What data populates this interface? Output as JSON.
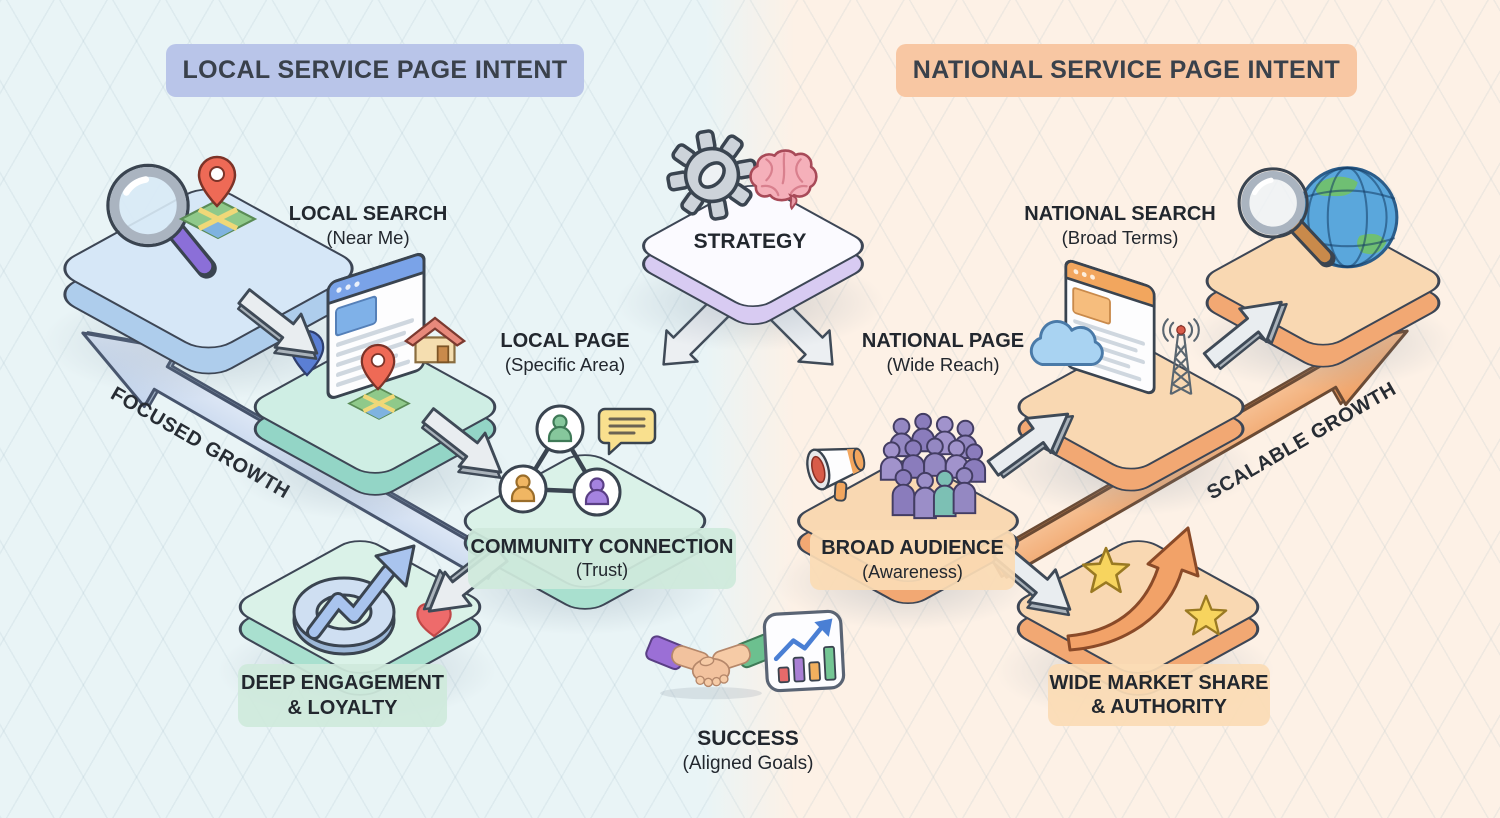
{
  "palette": {
    "left_background": "#e9f4f6",
    "right_background": "#fdf1e6",
    "left_header_pill": "#b9c5e9",
    "right_header_pill": "#f8c7a3",
    "text": "#23282e",
    "blue_platform": "#d6e7f7",
    "teal_platform": "#cfeee4",
    "mint_platform": "#daf2e8",
    "orange_platform": "#f9d8b2",
    "strategy_platform": "#fbfaff",
    "mint_label_box": "#cfe9db",
    "peach_label_box": "#fbdcb5",
    "focused_arrow": "#d3e0f2",
    "scalable_arrow": "#f5b184",
    "connector_arrow": "#e9edf0"
  },
  "headers": {
    "left": "LOCAL SERVICE PAGE INTENT",
    "right": "NATIONAL SERVICE PAGE INTENT"
  },
  "center": {
    "strategy": {
      "label": "STRATEGY",
      "icons": [
        "gear-icon",
        "brain-icon"
      ]
    },
    "success": {
      "label": "SUCCESS",
      "sublabel": "(Aligned Goals)",
      "icons": [
        "handshake-icon",
        "bar-chart-icon"
      ]
    }
  },
  "left_flow": {
    "growth_arrow_label": "FOCUSED GROWTH",
    "local_search": {
      "label": "LOCAL SEARCH",
      "sublabel": "(Near Me)",
      "icons": [
        "magnifier-icon",
        "map-pin-icon",
        "map-tile-icon"
      ]
    },
    "local_page": {
      "label": "LOCAL PAGE",
      "sublabel": "(Specific Area)",
      "icons": [
        "browser-window-icon",
        "house-icon",
        "map-pin-icon",
        "map-tile-icon"
      ]
    },
    "community_connection": {
      "label": "COMMUNITY CONNECTION",
      "sublabel": "(Trust)",
      "icons": [
        "avatar-network-icon",
        "speech-bubble-icon"
      ]
    },
    "deep_engagement": {
      "label_line1": "DEEP ENGAGEMENT",
      "label_line2": "& LOYALTY",
      "icons": [
        "growth-loop-icon",
        "heart-icon"
      ]
    }
  },
  "right_flow": {
    "growth_arrow_label": "SCALABLE GROWTH",
    "national_search": {
      "label": "NATIONAL SEARCH",
      "sublabel": "(Broad Terms)",
      "icons": [
        "globe-icon",
        "magnifier-icon"
      ]
    },
    "national_page": {
      "label": "NATIONAL PAGE",
      "sublabel": "(Wide Reach)",
      "icons": [
        "cloud-icon",
        "browser-window-icon",
        "radio-tower-icon"
      ]
    },
    "broad_audience": {
      "label": "BROAD AUDIENCE",
      "sublabel": "(Awareness)",
      "icons": [
        "megaphone-icon",
        "crowd-icon"
      ]
    },
    "wide_market": {
      "label_line1": "WIDE MARKET SHARE",
      "label_line2": "& AUTHORITY",
      "icons": [
        "swoosh-arrow-icon",
        "star-icon"
      ]
    }
  }
}
